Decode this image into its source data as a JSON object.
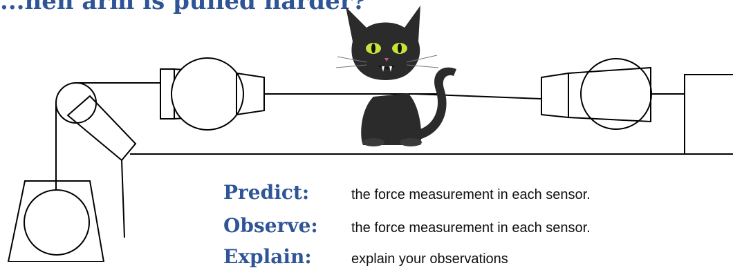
{
  "title": "...hen arm is pulled harder?",
  "pod": [
    {
      "keyword": "Predict:",
      "text": "the force measurement in each sensor."
    },
    {
      "keyword": "Observe:",
      "text": "the force measurement in each sensor."
    },
    {
      "keyword": "Explain:",
      "text": "explain your observations"
    }
  ],
  "icons": {
    "cat": "black-cat-illustration",
    "sensor": "force-sensor",
    "pulley": "pulley"
  },
  "colors": {
    "heading": "#2f5597",
    "line": "#000000"
  }
}
